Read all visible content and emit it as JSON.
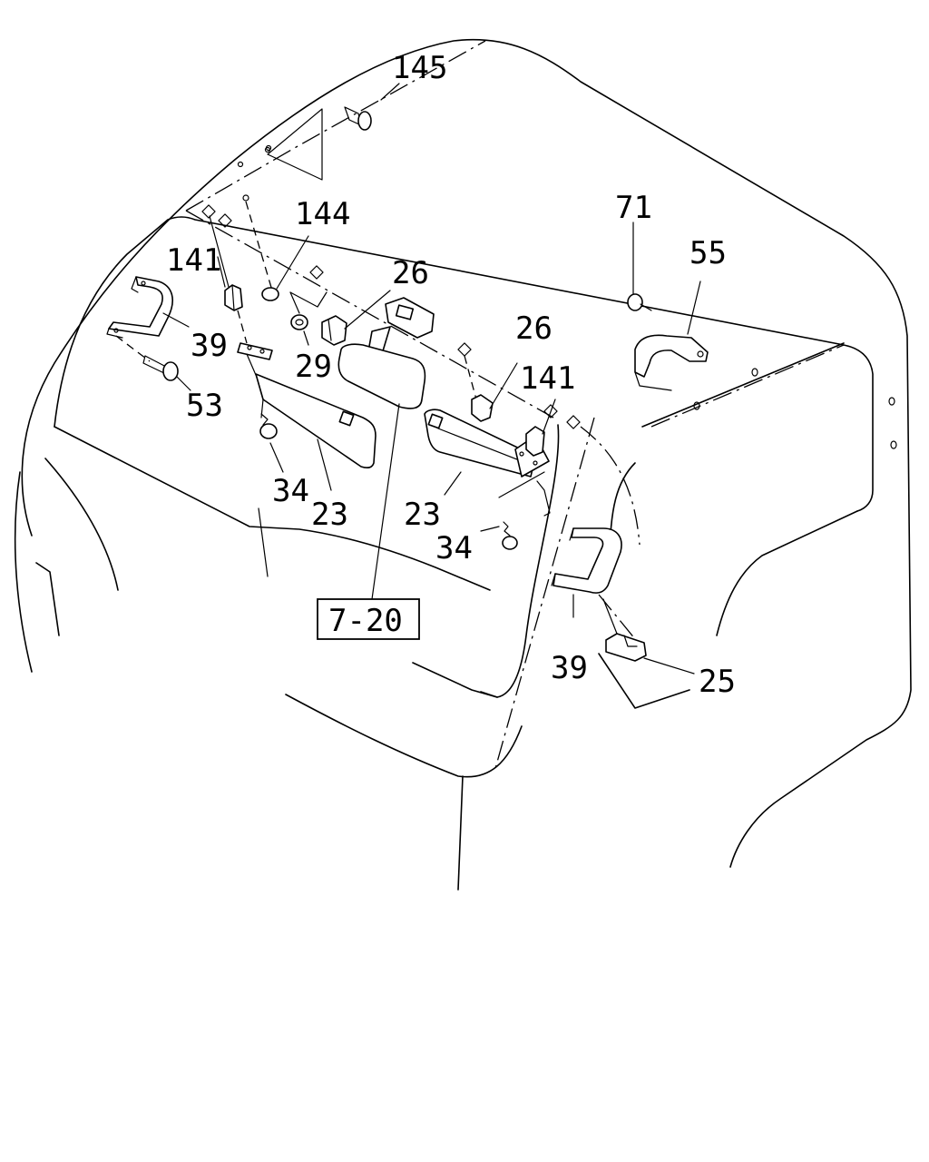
{
  "callouts": {
    "c145": "145",
    "c144": "144",
    "c141_left": "141",
    "c141_right": "141",
    "c26_left": "26",
    "c26_right": "26",
    "c71": "71",
    "c55": "55",
    "c39_left": "39",
    "c39_right": "39",
    "c29": "29",
    "c53": "53",
    "c34_left": "34",
    "c34_right": "34",
    "c23_left": "23",
    "c23_right": "23",
    "c25": "25"
  },
  "reference": {
    "label": "7-20"
  }
}
